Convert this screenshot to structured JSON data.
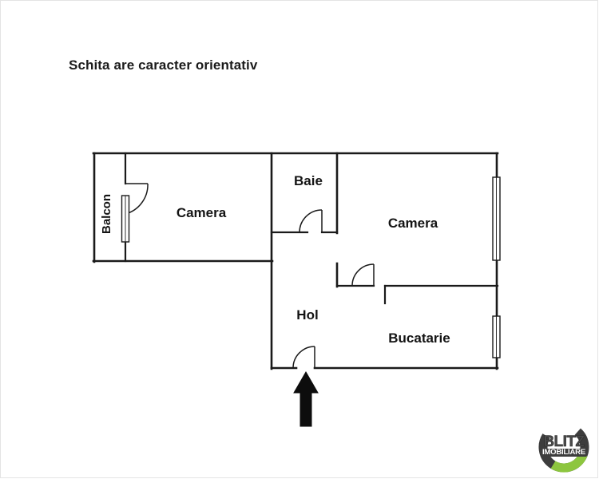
{
  "page": {
    "title": "Schita are caracter orientativ",
    "background_color": "#ffffff",
    "line_color": "#1a1a1a"
  },
  "floorplan": {
    "note": "Schita are caracter orientativ",
    "rooms": [
      {
        "id": "balcon",
        "label": "Balcon",
        "orientation": "vertical"
      },
      {
        "id": "camera-1",
        "label": "Camera",
        "orientation": "horizontal"
      },
      {
        "id": "baie",
        "label": "Baie",
        "orientation": "horizontal"
      },
      {
        "id": "camera-2",
        "label": "Camera",
        "orientation": "horizontal"
      },
      {
        "id": "hol",
        "label": "Hol",
        "orientation": "horizontal"
      },
      {
        "id": "bucatarie",
        "label": "Bucatarie",
        "orientation": "horizontal"
      }
    ],
    "features": {
      "entrance_marker": "entrance-arrow",
      "windows": 3,
      "doors": 4
    }
  },
  "logo": {
    "main": "BLITZ",
    "sub": "IMOBILIARE",
    "ring_color": "#3d3d3d",
    "accent_color": "#8dc63f"
  }
}
